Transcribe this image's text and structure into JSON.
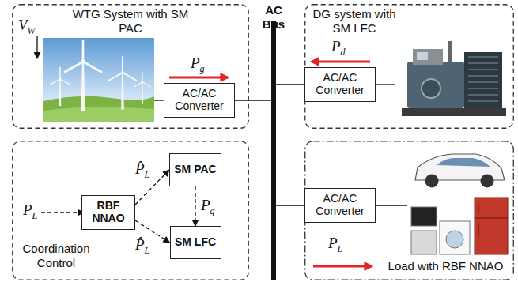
{
  "diagram": {
    "nodes": [
      {
        "text": [
          "WTG System with SM PAC"
        ]
      },
      {
        "text": [
          "AC/AC Converter"
        ],
        "in": 0
      },
      {
        "text": [
          "AC Bus"
        ]
      },
      {
        "text": [
          "DG system with SM LFC"
        ]
      },
      {
        "text": [
          "AC/AC Converter"
        ],
        "in": 3
      },
      {
        "text": [
          "Coordination Control"
        ]
      },
      {
        "text": [
          "RBF NNAO"
        ],
        "in": 5
      },
      {
        "text": [
          "SM PAC"
        ],
        "in": 5
      },
      {
        "text": [
          "SM LFC"
        ],
        "in": 5
      },
      {
        "text": [
          "Load with RBF NNAO"
        ]
      },
      {
        "text": [
          "AC/AC Converter"
        ],
        "in": 9
      }
    ],
    "edges": [
      {
        "from": 1,
        "to": 2,
        "arrow": "none"
      },
      {
        "from": 2,
        "to": 4,
        "arrow": "none"
      },
      {
        "from": 2,
        "to": 10,
        "arrow": "none"
      },
      {
        "from": 6,
        "to": 7,
        "label": "P̂L",
        "arrow": "to"
      },
      {
        "from": 6,
        "to": 8,
        "label": "P̂L",
        "arrow": "to"
      },
      {
        "from": 7,
        "to": 8,
        "label": "Pg",
        "arrow": "to"
      }
    ],
    "labels": [
      "VW",
      "Pg",
      "Pd",
      "PL",
      "PL"
    ]
  }
}
